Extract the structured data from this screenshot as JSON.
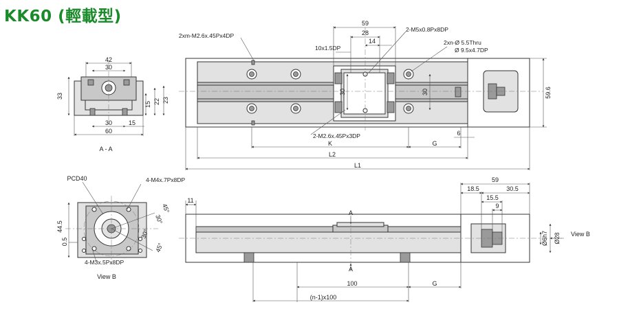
{
  "title": "KK60 (輕載型)",
  "views": {
    "section_aa": {
      "label": "A - A",
      "dims": {
        "d42": "42",
        "d30top": "30",
        "d33": "33",
        "d15": "15",
        "d22": "22",
        "d23": "23",
        "d30bot": "30",
        "d15bot": "15",
        "d60": "60"
      }
    },
    "top": {
      "callouts": {
        "m26_4dp": "2xm-M2.6x.45Px4DP",
        "m5": "2-M5x0.8Px8DP",
        "thru_a": "2xn-Ø 5.5Thru",
        "thru_b": "Ø 9.5x4.7DP",
        "dp15": "10x1.5DP",
        "m26_3dp": "2-M2.6x.45Px3DP"
      },
      "dims": {
        "d59": "59",
        "d28": "28",
        "d14": "14",
        "d30a": "30",
        "d30b": "30",
        "d59_6": "59.6",
        "d6": "6",
        "K": "K",
        "G": "G",
        "L2": "L2",
        "L1": "L1"
      }
    },
    "front": {
      "dims": {
        "d11": "11",
        "d59": "59",
        "d18_5": "18.5",
        "d30_5": "30.5",
        "d15_5": "15.5",
        "d9": "9",
        "d100": "100",
        "G": "G",
        "pitch": "(n-1)x100",
        "d6h7": "Ø6h7",
        "d28": "Ø28",
        "A_top": "A",
        "A_bot": "A"
      },
      "view_b_arrow": "View B"
    },
    "end_view": {
      "label": "View B",
      "callouts": {
        "pcd": "PCD40",
        "m4": "4-M4x.7Px8DP",
        "m3": "4-M3x.5Px8DP"
      },
      "dims": {
        "d44_5": "44.5",
        "d0_5": "0.5",
        "a45a": "45°",
        "a30a": "30°",
        "a30b": "30°",
        "a45b": "45°"
      }
    }
  },
  "colors": {
    "title": "#1a8a2a",
    "body_fill": "#c8c8c8",
    "line": "#333333"
  }
}
